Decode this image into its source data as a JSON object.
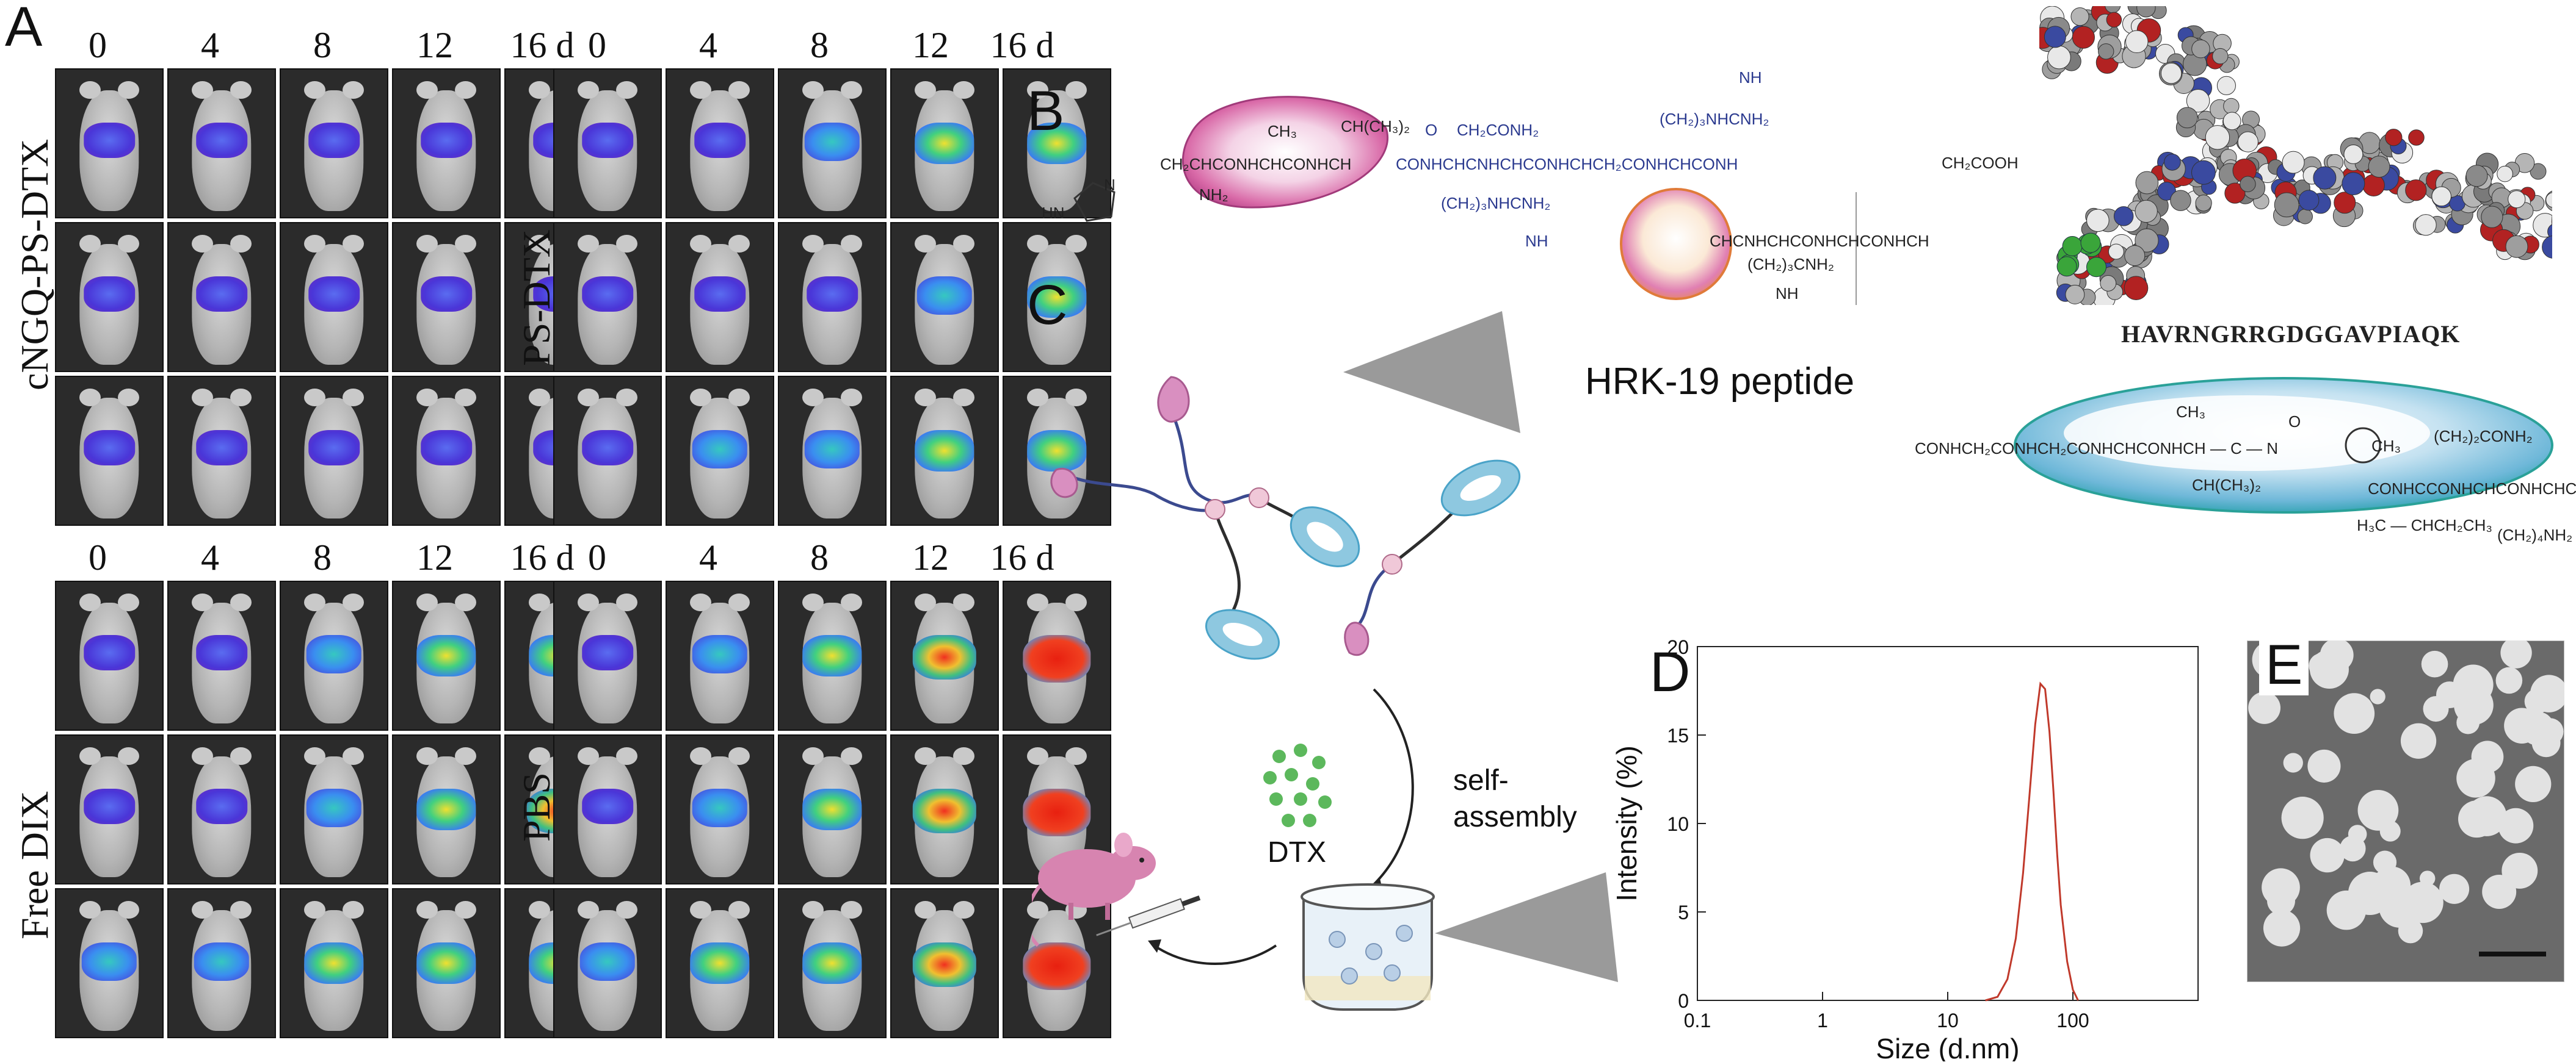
{
  "panels": {
    "a": "A",
    "b": "B",
    "c": "C",
    "d": "D",
    "e": "E"
  },
  "days_tl": [
    "0",
    "4",
    "8",
    "12",
    "16 d"
  ],
  "days_tr": [
    "0",
    "4",
    "8",
    "12",
    "16 d"
  ],
  "days_bl": [
    "0",
    "4",
    "8",
    "12",
    "16 d"
  ],
  "days_br": [
    "0",
    "4",
    "8",
    "12",
    "16 d"
  ],
  "groups": {
    "tl": "cNGQ-PS-DTX",
    "tr": "PS-DTX",
    "bl": "Free DIX",
    "br": "PBS"
  },
  "peptide": {
    "name": "HRK-19 peptide",
    "sequence": "HAVRNGRRGDGGAVPIAQK",
    "chem": {
      "ch_ch3_2": "CH(CH₃)₂",
      "ch2conh2": "CH₂CONH₂",
      "nh_top": "NH",
      "ch2_3_nhcnh2": "(CH₂)₃NHCNH₂",
      "ch3_top": "CH₃",
      "o_top": "O",
      "main_left": "CH₂CHCONHCHCONHCH",
      "nh2_left": "NH₂",
      "hn": "HN",
      "n_ring": "N",
      "main_mid": "CONHCHCNHCHCONHCHCH₂CONHCHCONH",
      "ch2_3_nhcnh2_b": "(CH₂)₃NHCNH₂",
      "nh_b": "NH",
      "ch2cooh": "CH₂COOH",
      "loop_main": "CHCNHCHCONHCHCONHCH",
      "ch2_3cnh2": "(CH₂)₃CNH₂",
      "nh_c": "NH",
      "tail_main": "CONHCH₂CONHCH₂CONHCHCONHCH — C — N",
      "ch3_tail": "CH₃",
      "o_tail": "O",
      "ch_ch3_2_tail": "CH(CH₃)₂",
      "ch3_tail2": "CH₃",
      "ch2_2conh2": "(CH₂)₂CONH₂",
      "tail_right": "CONHCCONHCHCONHCHCOOH",
      "h3c": "H₃C — CHCH₂CH₃",
      "ch2_4nh2": "(CH₂)₄NH₂"
    }
  },
  "scheme": {
    "drug": "DTX",
    "process": "self-assembly"
  },
  "chart_data": {
    "type": "line",
    "title": "",
    "xlabel": "Size (d.nm)",
    "ylabel": "Intensity (%)",
    "xscale": "log",
    "xlim": [
      0.1,
      1000
    ],
    "ylim": [
      0,
      20
    ],
    "xticks": [
      "0.1",
      "1",
      "10",
      "100"
    ],
    "yticks": [
      "0",
      "5",
      "10",
      "15",
      "20"
    ],
    "grid": false,
    "series": [
      {
        "color": "#c0392b",
        "x": [
          20,
          25,
          30,
          35,
          40,
          45,
          50,
          55,
          60,
          65,
          70,
          75,
          80,
          90,
          100,
          110
        ],
        "y": [
          0,
          0.2,
          1.2,
          3.5,
          7.2,
          11.6,
          15.6,
          17.9,
          17.6,
          15.2,
          11.8,
          8.2,
          5.4,
          2.2,
          0.6,
          0
        ]
      }
    ]
  }
}
